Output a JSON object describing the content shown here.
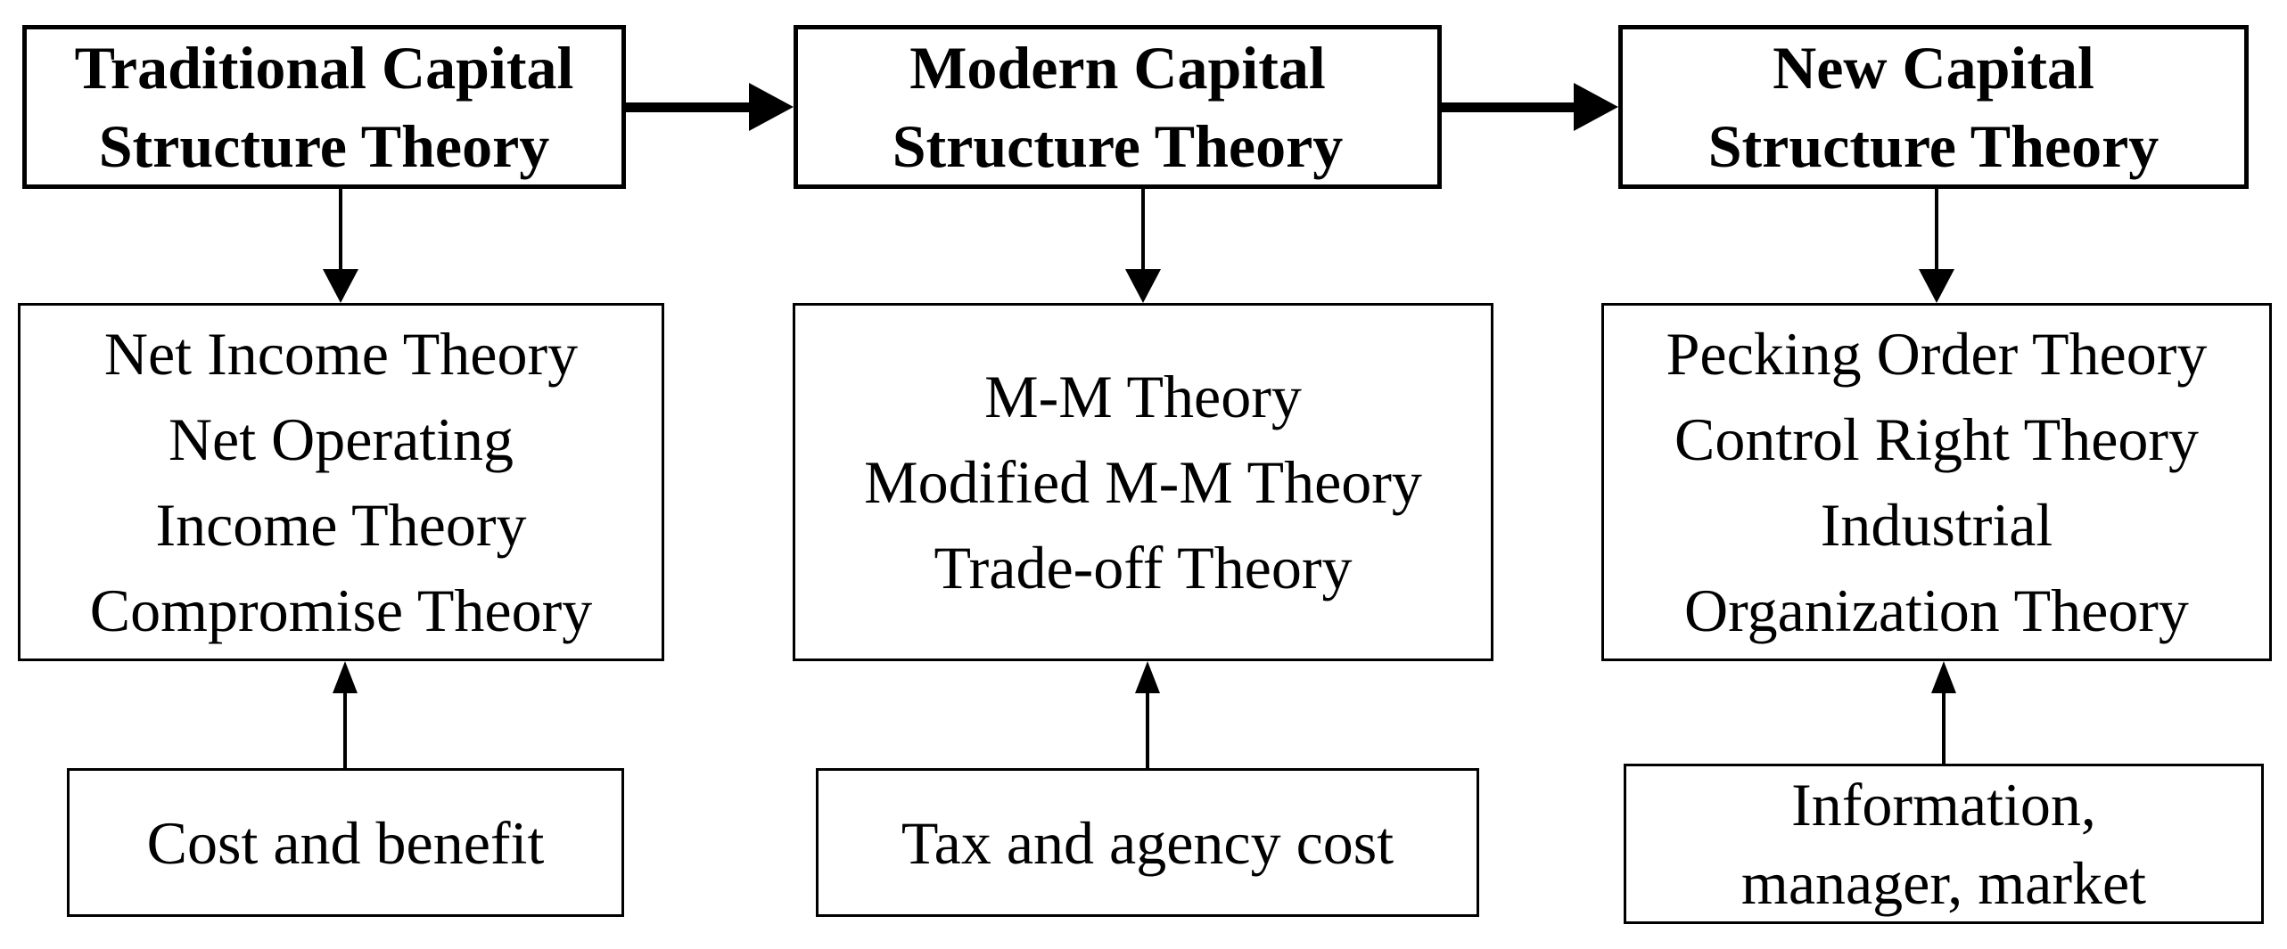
{
  "diagram": {
    "colors": {
      "line": "#000000",
      "background": "#ffffff",
      "text": "#000000"
    },
    "columns": [
      {
        "top": {
          "lines": [
            "Traditional Capital",
            "Structure Theory"
          ]
        },
        "middle": {
          "lines": [
            "Net Income Theory",
            "Net Operating",
            "Income Theory",
            "Compromise Theory"
          ]
        },
        "bottom": {
          "lines": [
            "Cost and benefit"
          ]
        }
      },
      {
        "top": {
          "lines": [
            "Modern Capital",
            "Structure Theory"
          ]
        },
        "middle": {
          "lines": [
            "M-M Theory",
            "Modified M-M Theory",
            "Trade-off Theory"
          ]
        },
        "bottom": {
          "lines": [
            "Tax and agency cost"
          ]
        }
      },
      {
        "top": {
          "lines": [
            "New Capital",
            "Structure Theory"
          ]
        },
        "middle": {
          "lines": [
            "Pecking Order Theory",
            "Control Right Theory",
            "Industrial",
            "Organization Theory"
          ]
        },
        "bottom": {
          "lines": [
            "Information,",
            "manager, market"
          ]
        }
      }
    ]
  }
}
